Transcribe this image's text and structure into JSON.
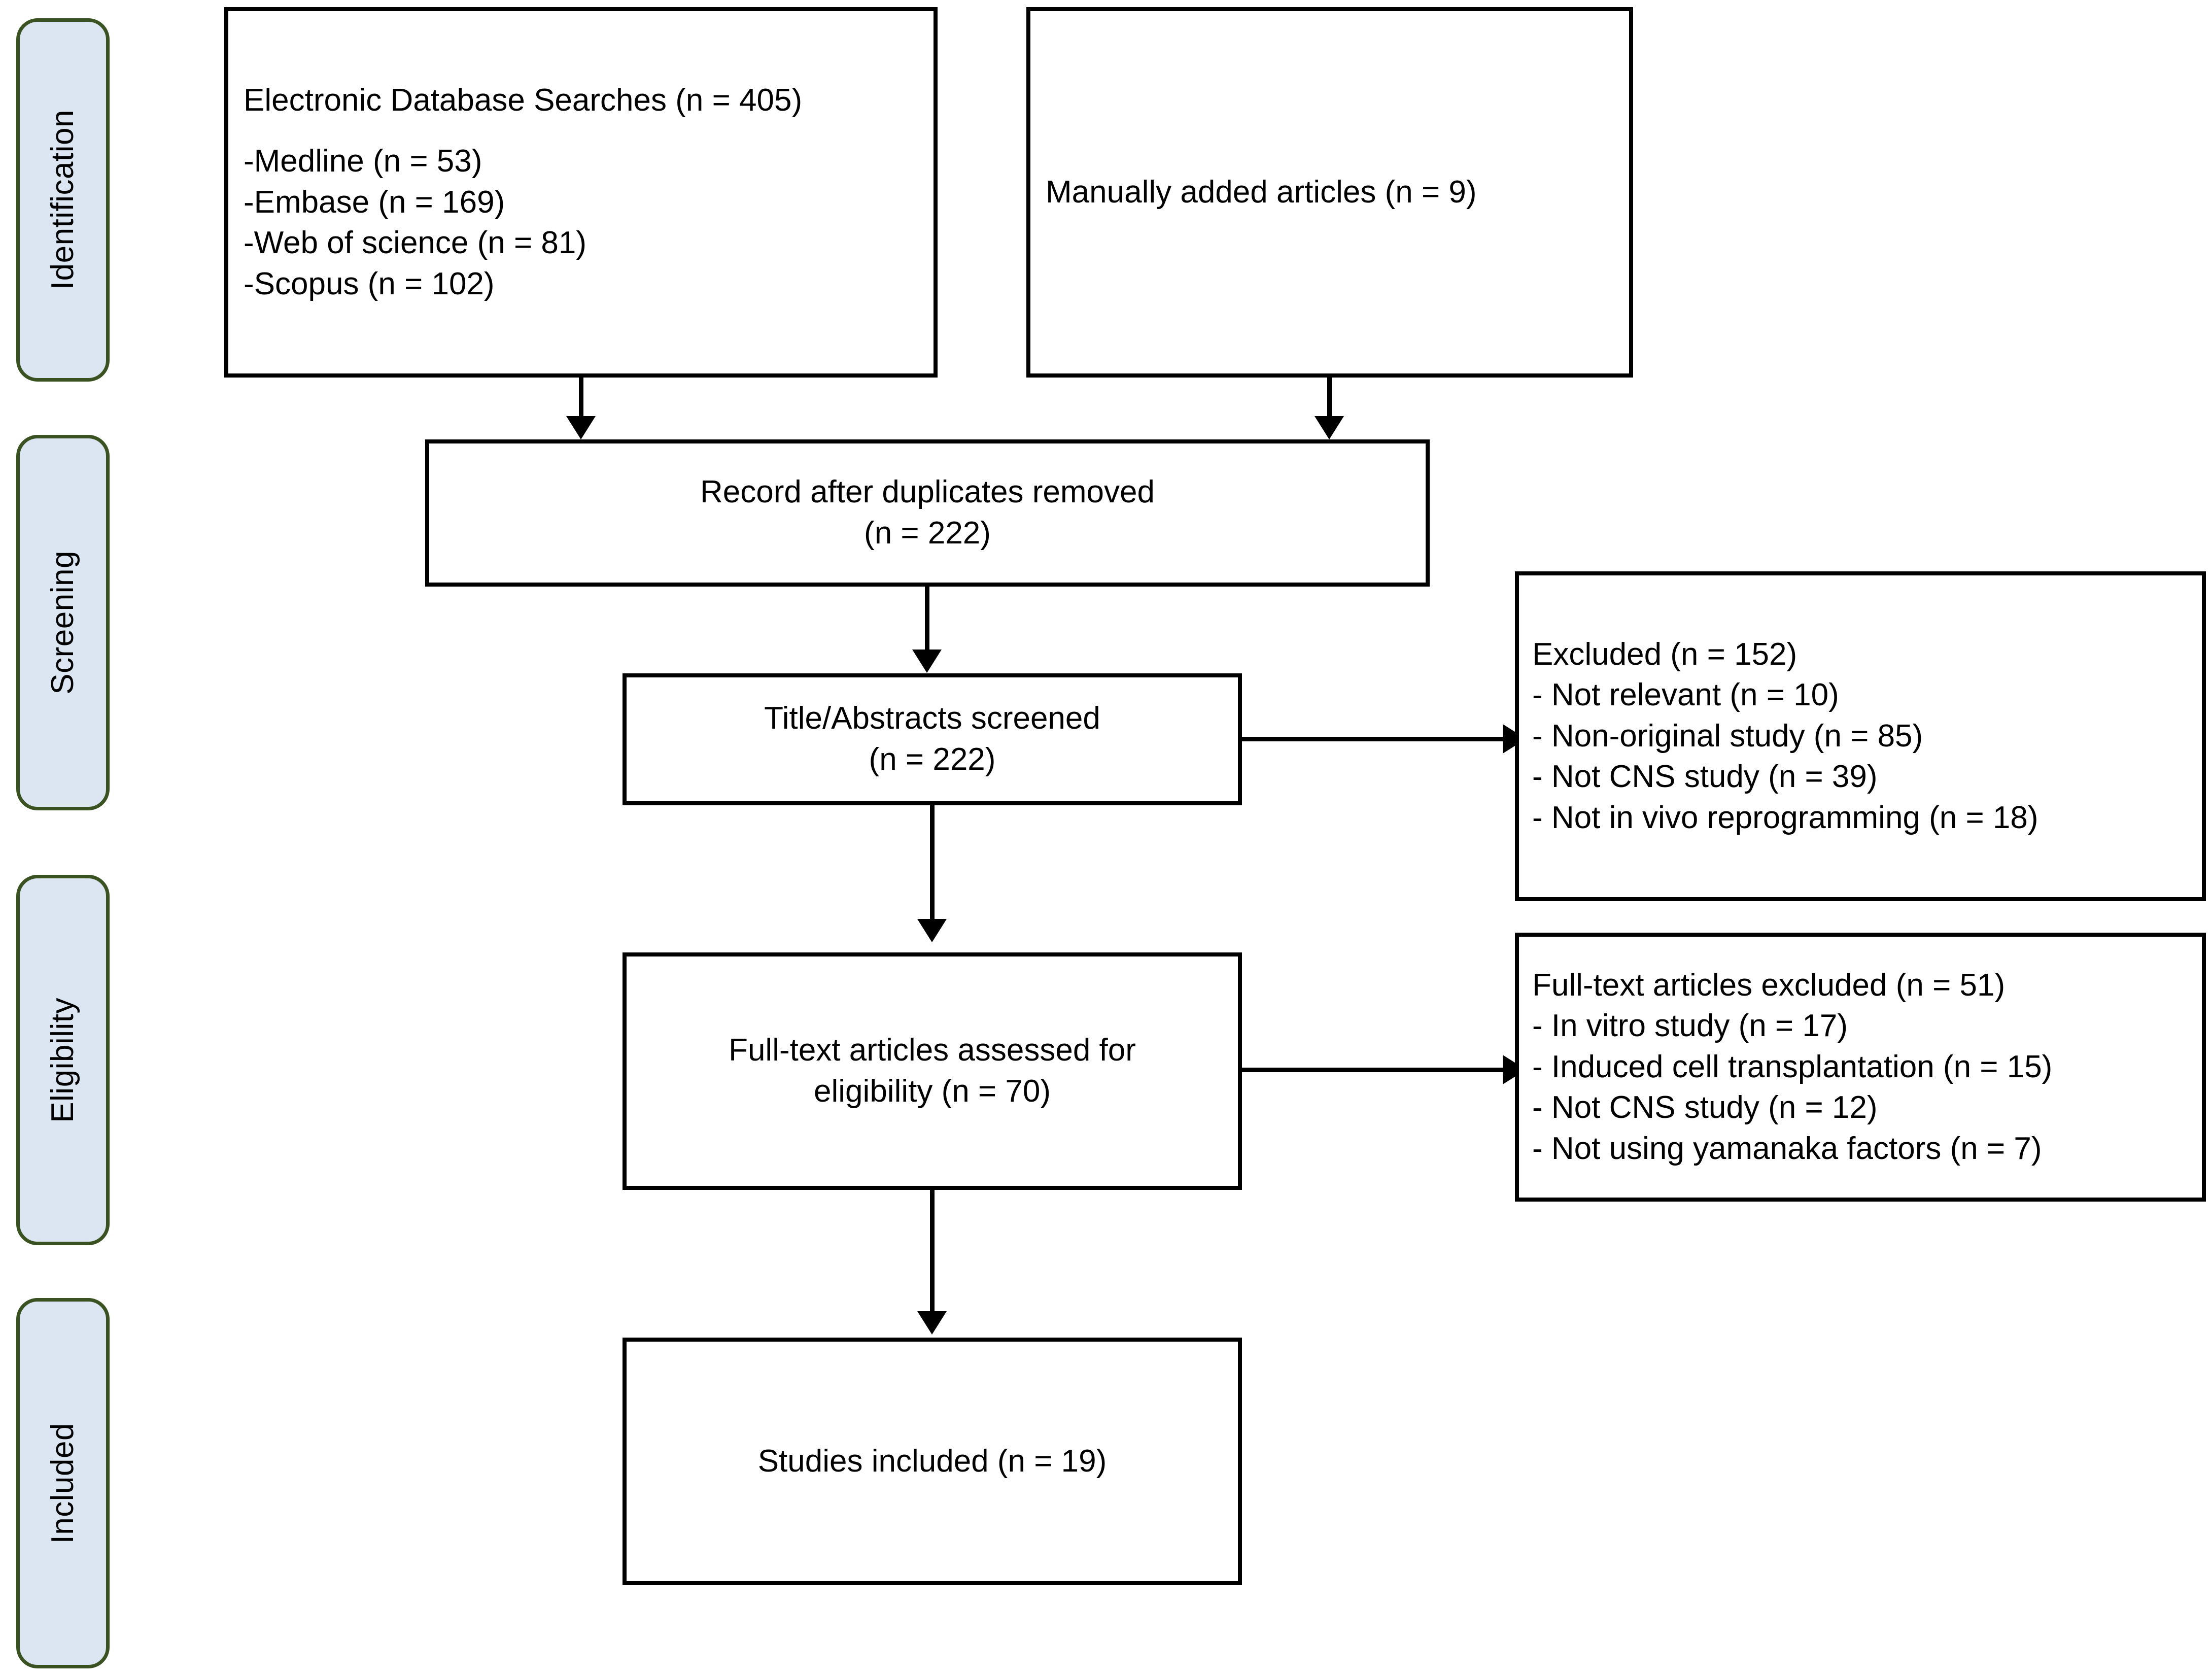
{
  "diagram": {
    "type": "prisma-flow-diagram",
    "colors": {
      "stage_fill": "#dce6f2",
      "stage_border": "#3a5222",
      "box_border": "#000000",
      "box_fill": "#ffffff",
      "text": "#000000"
    }
  },
  "stages": [
    {
      "label": "Identification"
    },
    {
      "label": "Screening"
    },
    {
      "label": "Eligibility"
    },
    {
      "label": "Included"
    }
  ],
  "boxes": {
    "database_searches": {
      "heading": "Electronic Database Searches (n = 405)",
      "items": [
        "-Medline (n = 53)",
        "-Embase (n = 169)",
        "-Web of science (n = 81)",
        "-Scopus (n = 102)"
      ]
    },
    "manual_articles": {
      "text": "Manually added articles (n = 9)"
    },
    "records_after_duplicates": {
      "line1": "Record after duplicates removed",
      "line2": "(n = 222)"
    },
    "titles_screened": {
      "line1": "Title/Abstracts screened",
      "line2": "(n = 222)"
    },
    "screening_excluded": {
      "heading": "Excluded (n = 152)",
      "items": [
        "- Not relevant (n = 10)",
        "- Non-original study (n = 85)",
        "- Not CNS study (n = 39)",
        "- Not in vivo reprogramming (n = 18)"
      ]
    },
    "fulltext_assessed": {
      "line1": "Full-text articles assessed for",
      "line2": "eligibility (n = 70)"
    },
    "fulltext_excluded": {
      "heading": "Full-text articles excluded (n = 51)",
      "items": [
        "- In vitro study (n = 17)",
        "- Induced cell transplantation (n = 15)",
        "- Not CNS study (n = 12)",
        "- Not using yamanaka factors (n = 7)"
      ]
    },
    "studies_included": {
      "text": "Studies included (n = 19)"
    }
  },
  "chart_data": {
    "type": "diagram",
    "title": "PRISMA study selection flow",
    "nodes": [
      {
        "id": "database_searches",
        "stage": "Identification",
        "label": "Electronic Database Searches",
        "n": 405,
        "breakdown": [
          {
            "source": "Medline",
            "n": 53
          },
          {
            "source": "Embase",
            "n": 169
          },
          {
            "source": "Web of science",
            "n": 81
          },
          {
            "source": "Scopus",
            "n": 102
          }
        ]
      },
      {
        "id": "manual_articles",
        "stage": "Identification",
        "label": "Manually added articles",
        "n": 9
      },
      {
        "id": "records_after_duplicates",
        "stage": "Screening",
        "label": "Record after duplicates removed",
        "n": 222
      },
      {
        "id": "titles_screened",
        "stage": "Screening",
        "label": "Title/Abstracts screened",
        "n": 222
      },
      {
        "id": "screening_excluded",
        "stage": "Screening",
        "label": "Excluded",
        "n": 152,
        "breakdown": [
          {
            "reason": "Not relevant",
            "n": 10
          },
          {
            "reason": "Non-original study",
            "n": 85
          },
          {
            "reason": "Not CNS study",
            "n": 39
          },
          {
            "reason": "Not in vivo reprogramming",
            "n": 18
          }
        ]
      },
      {
        "id": "fulltext_assessed",
        "stage": "Eligibility",
        "label": "Full-text articles assessed for eligibility",
        "n": 70
      },
      {
        "id": "fulltext_excluded",
        "stage": "Eligibility",
        "label": "Full-text articles excluded",
        "n": 51,
        "breakdown": [
          {
            "reason": "In vitro study",
            "n": 17
          },
          {
            "reason": "Induced cell transplantation",
            "n": 15
          },
          {
            "reason": "Not CNS study",
            "n": 12
          },
          {
            "reason": "Not using yamanaka factors",
            "n": 7
          }
        ]
      },
      {
        "id": "studies_included",
        "stage": "Included",
        "label": "Studies included",
        "n": 19
      }
    ],
    "edges": [
      {
        "from": "database_searches",
        "to": "records_after_duplicates",
        "direction": "down"
      },
      {
        "from": "manual_articles",
        "to": "records_after_duplicates",
        "direction": "down"
      },
      {
        "from": "records_after_duplicates",
        "to": "titles_screened",
        "direction": "down"
      },
      {
        "from": "titles_screened",
        "to": "screening_excluded",
        "direction": "right"
      },
      {
        "from": "titles_screened",
        "to": "fulltext_assessed",
        "direction": "down"
      },
      {
        "from": "fulltext_assessed",
        "to": "fulltext_excluded",
        "direction": "right"
      },
      {
        "from": "fulltext_assessed",
        "to": "studies_included",
        "direction": "down"
      }
    ]
  }
}
